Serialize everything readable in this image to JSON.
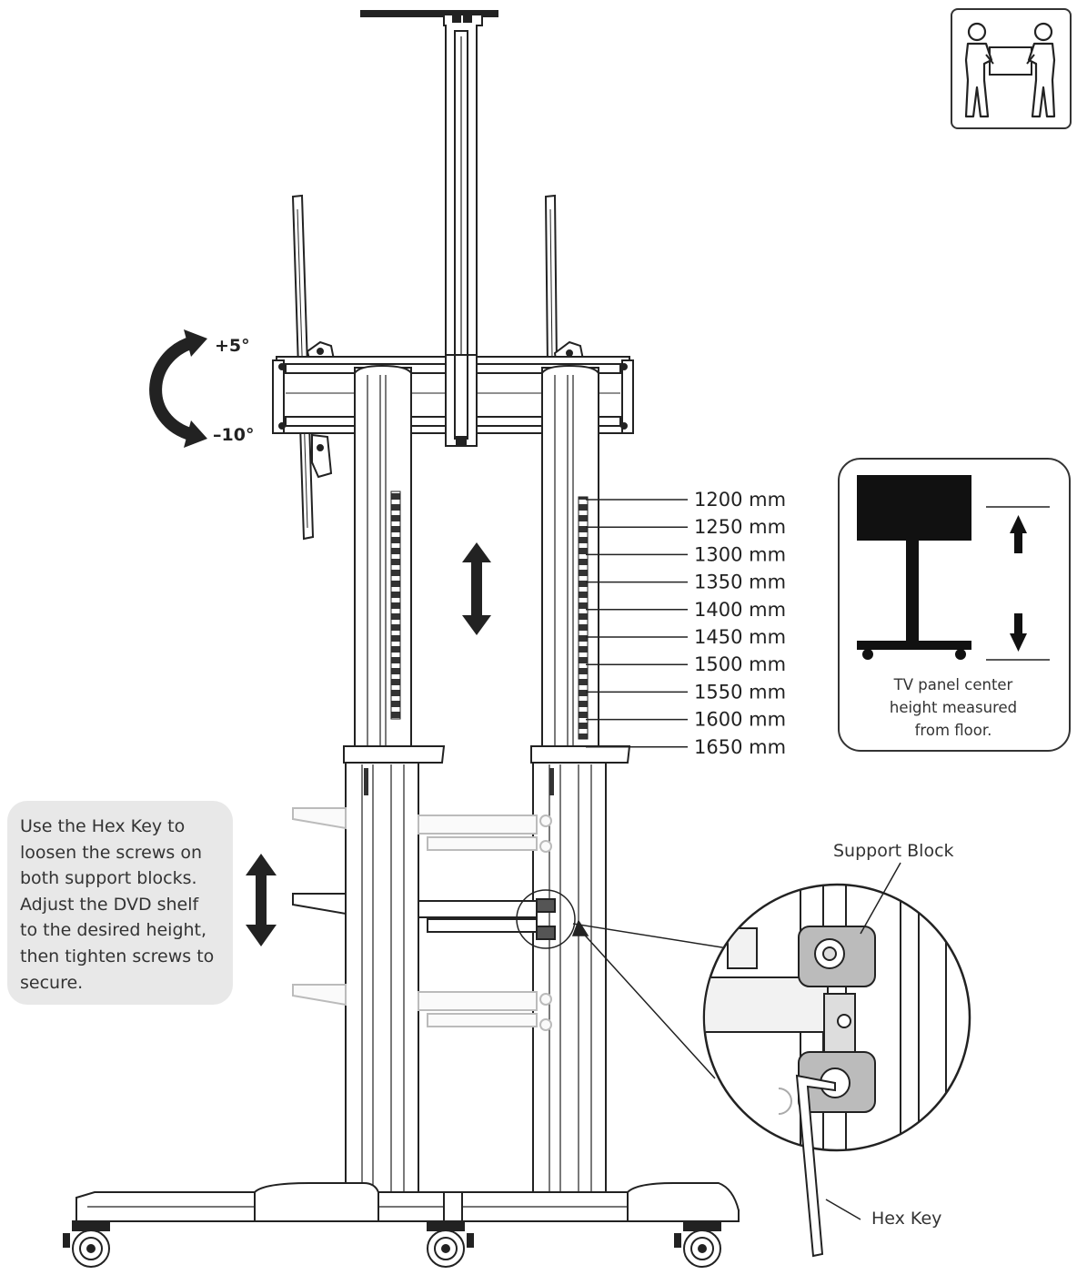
{
  "tilt": {
    "up_label": "+5°",
    "down_label": "–10°"
  },
  "height_positions": [
    "1200 mm",
    "1250 mm",
    "1300 mm",
    "1350 mm",
    "1400 mm",
    "1450 mm",
    "1500 mm",
    "1550 mm",
    "1600 mm",
    "1650 mm"
  ],
  "tv_inset": {
    "caption_lines": [
      "TV panel center",
      "height measured",
      "from floor."
    ]
  },
  "shelf_note": {
    "lines": [
      "Use the Hex Key to",
      "loosen the screws on",
      "both support blocks.",
      "Adjust the DVD shelf",
      "to the desired height,",
      "then tighten screws to",
      "secure."
    ]
  },
  "callouts": {
    "support_block": "Support Block",
    "hex_key": "Hex Key"
  },
  "icons": {
    "two_person_lift": "two-person-lift-icon"
  }
}
